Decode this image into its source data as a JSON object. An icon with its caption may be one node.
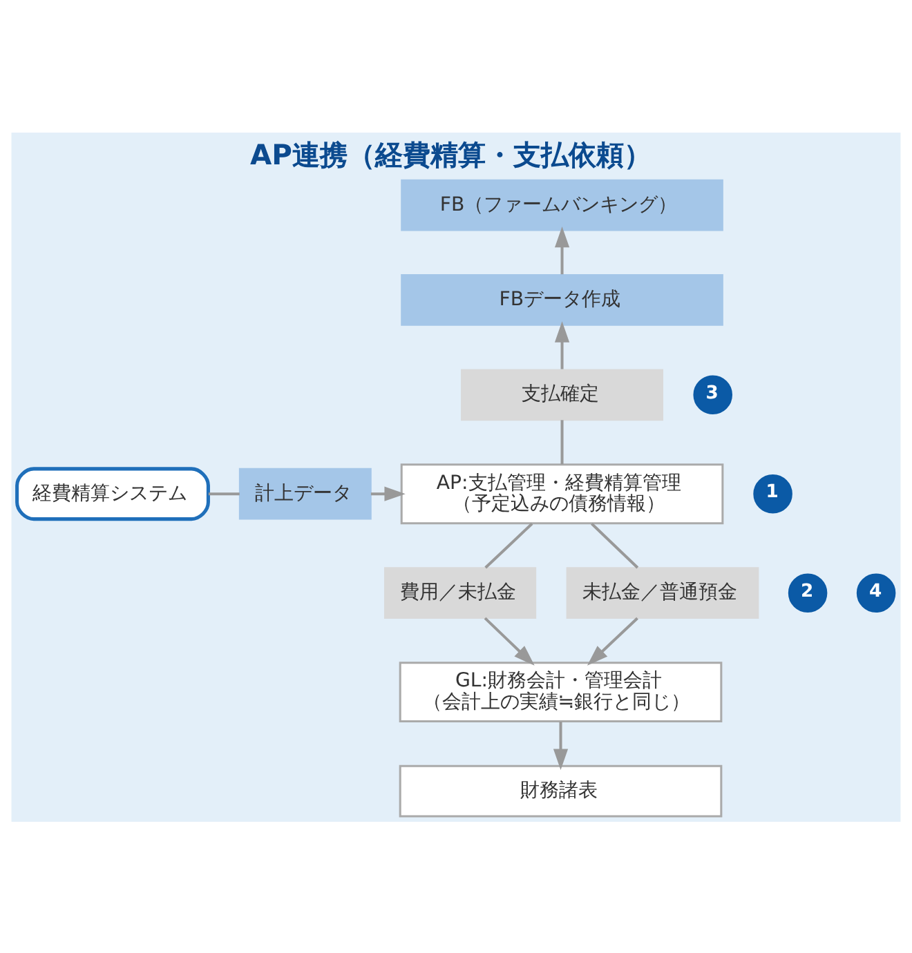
{
  "diagram": {
    "title": "AP連携（経費精算・支払依頼）",
    "nodes": [
      {
        "text": [
          "FB（ファームバンキング）"
        ]
      },
      {
        "text": [
          "FBデータ作成"
        ]
      },
      {
        "text": [
          "3"
        ]
      },
      {
        "text": [
          "支払確定"
        ]
      },
      {
        "text": [
          "1"
        ]
      },
      {
        "text": [
          "経費精算システム"
        ]
      },
      {
        "text": [
          "計上データ"
        ]
      },
      {
        "text": [
          "AP:支払管理・経費精算管理",
          "（予定込みの債務情報）"
        ]
      },
      {
        "text": [
          "2"
        ]
      },
      {
        "text": [
          "費用／未払金"
        ]
      },
      {
        "text": [
          "4"
        ]
      },
      {
        "text": [
          "未払金／普通預金"
        ]
      },
      {
        "text": [
          "GL:財務会計・管理会計",
          "（会計上の実績≒銀行と同じ）"
        ]
      },
      {
        "text": [
          "財務諸表"
        ]
      }
    ],
    "edges": [
      {
        "from": 5,
        "to": 6,
        "arrow": "none"
      },
      {
        "from": 6,
        "to": 7,
        "arrow": "to"
      },
      {
        "from": 7,
        "to": 3,
        "arrow": "none"
      },
      {
        "from": 3,
        "to": 1,
        "arrow": "to"
      },
      {
        "from": 1,
        "to": 0,
        "arrow": "to"
      },
      {
        "from": 7,
        "to": 9,
        "arrow": "none"
      },
      {
        "from": 9,
        "to": 12,
        "arrow": "to"
      },
      {
        "from": 7,
        "to": 11,
        "arrow": "none"
      },
      {
        "from": 11,
        "to": 12,
        "arrow": "to"
      },
      {
        "from": 12,
        "to": 13,
        "arrow": "to"
      }
    ]
  }
}
